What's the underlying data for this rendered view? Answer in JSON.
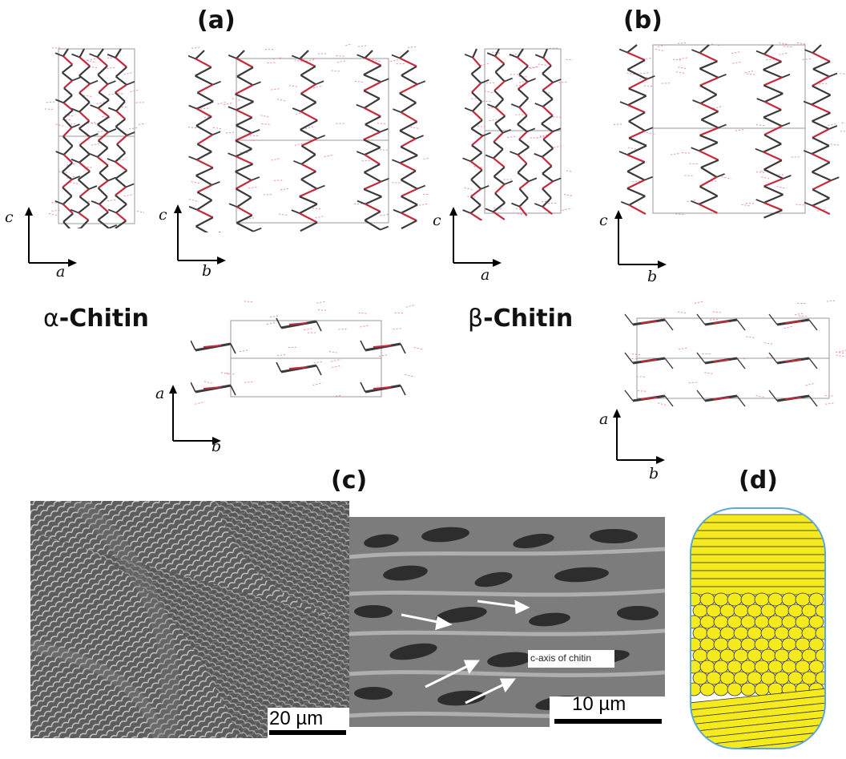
{
  "panels": {
    "a": "(a)",
    "b": "(b)",
    "c": "(c)",
    "d": "(d)"
  },
  "titles": {
    "alpha_symbol": "α",
    "alpha_word": "-Chitin",
    "beta_symbol": "β",
    "beta_word": "-Chitin"
  },
  "axes": {
    "ca_alpha": {
      "v": "c",
      "h": "a"
    },
    "cb_alpha": {
      "v": "c",
      "h": "b"
    },
    "ab_alpha": {
      "v": "a",
      "h": "b"
    },
    "ca_beta": {
      "v": "c",
      "h": "a"
    },
    "cb_beta": {
      "v": "c",
      "h": "b"
    },
    "ab_beta": {
      "v": "a",
      "h": "b"
    }
  },
  "sem": {
    "scale_left": "20 µm",
    "scale_right": "10 µm",
    "annotation": "c-axis of chitin"
  },
  "colors": {
    "bond_dark": "#3a3a3a",
    "bond_red": "#c8283c",
    "hbond_pink": "#e88aa0",
    "cell_grey": "#9a9a9a",
    "rod_yellow": "#f5ea1e",
    "capsule_blue": "#5aa8e0"
  }
}
